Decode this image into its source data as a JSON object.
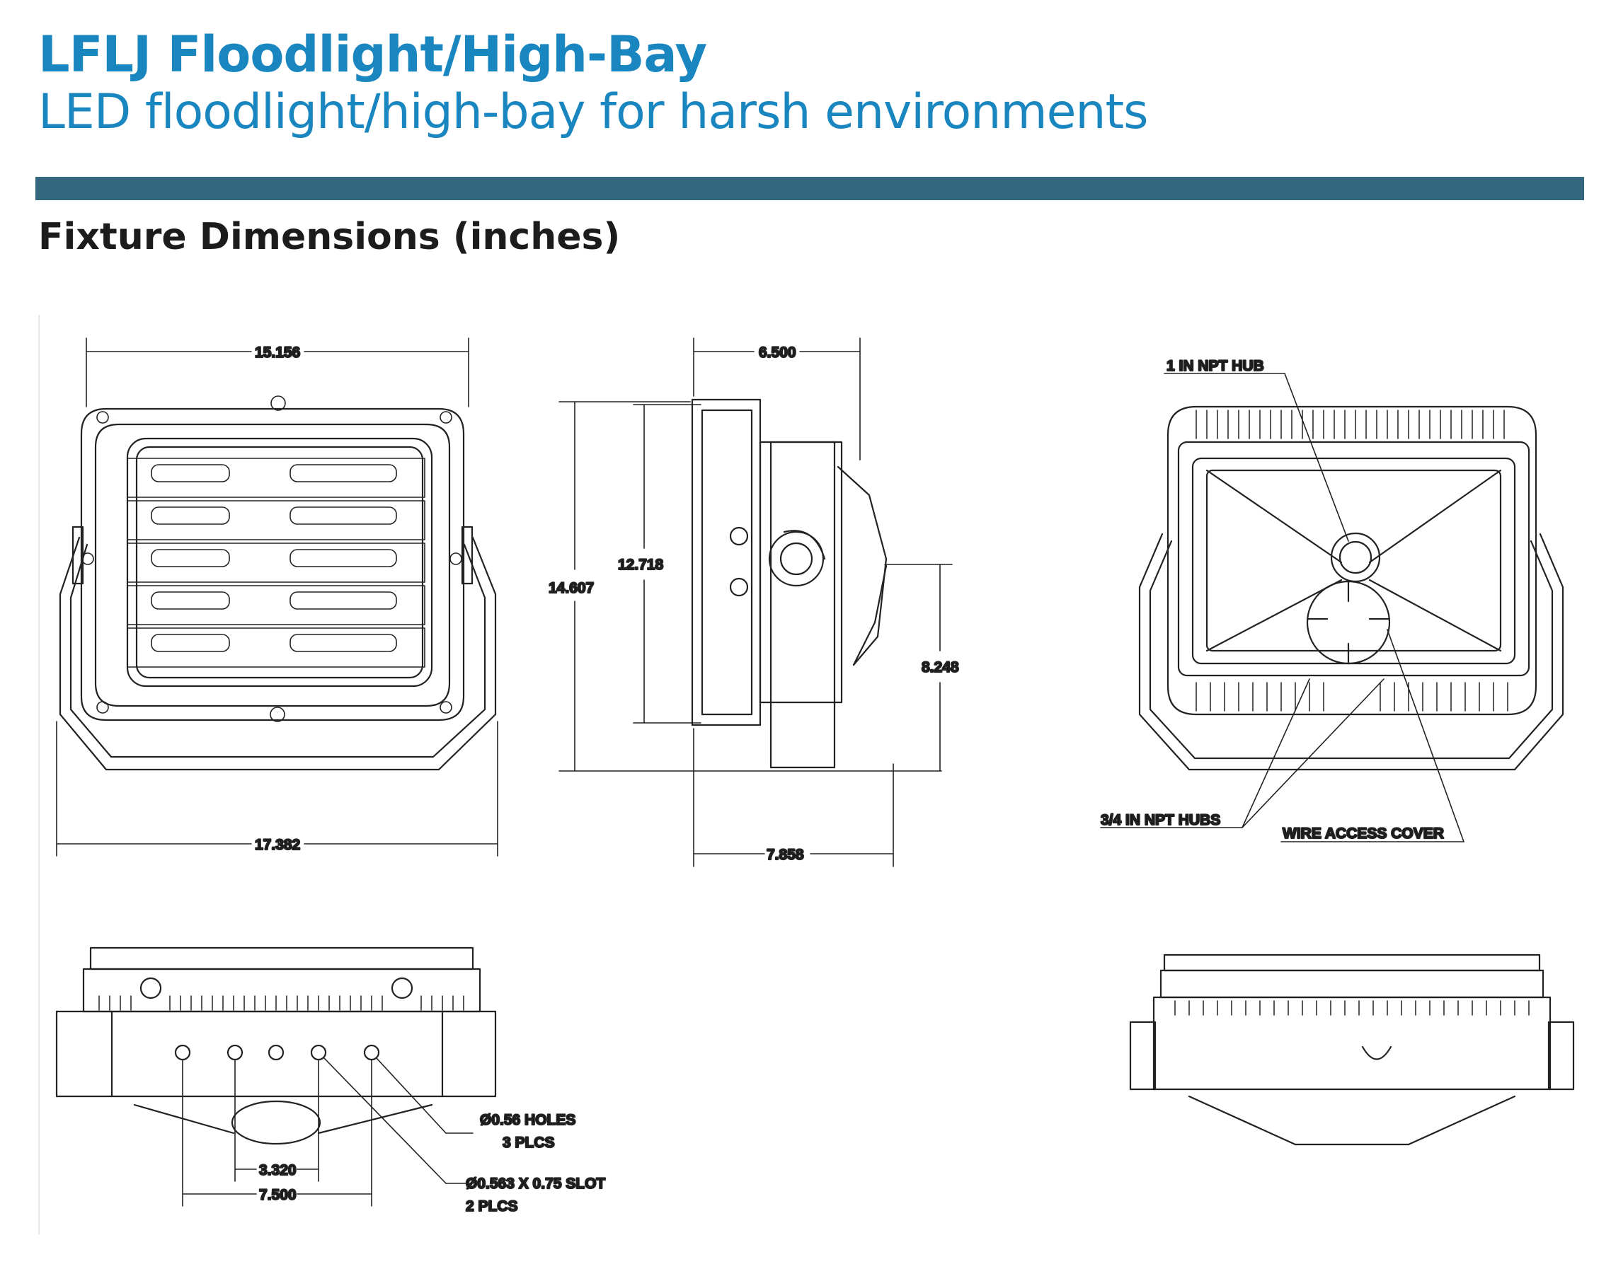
{
  "header": {
    "title": "LFLJ Floodlight/High-Bay",
    "subtitle": "LED floodlight/high-bay for harsh environments"
  },
  "section": {
    "heading": "Fixture Dimensions (inches)"
  },
  "front_view": {
    "top_width": "15.156",
    "bottom_width": "17.382"
  },
  "side_view": {
    "top_depth": "6.500",
    "overall_height": "14.607",
    "face_height": "12.718",
    "mount_height": "8.248",
    "bottom_depth": "7.858"
  },
  "rear_view": {
    "hub_label": "1 IN NPT HUB",
    "hubs_label": "3/4 IN NPT HUBS",
    "cover_label": "WIRE ACCESS COVER"
  },
  "bottom_view": {
    "holes_label_1": "Ø0.56 HOLES",
    "holes_label_2": "3 PLCS",
    "slot_label_1": "Ø0.563 X 0.75 SLOT",
    "slot_label_2": "2 PLCS",
    "slot_spacing": "3.320",
    "hole_spacing": "7.500"
  },
  "colors": {
    "title": "#1a86c0",
    "rule": "#33667f",
    "heading": "#1c1c1c",
    "linework": "#222222"
  }
}
